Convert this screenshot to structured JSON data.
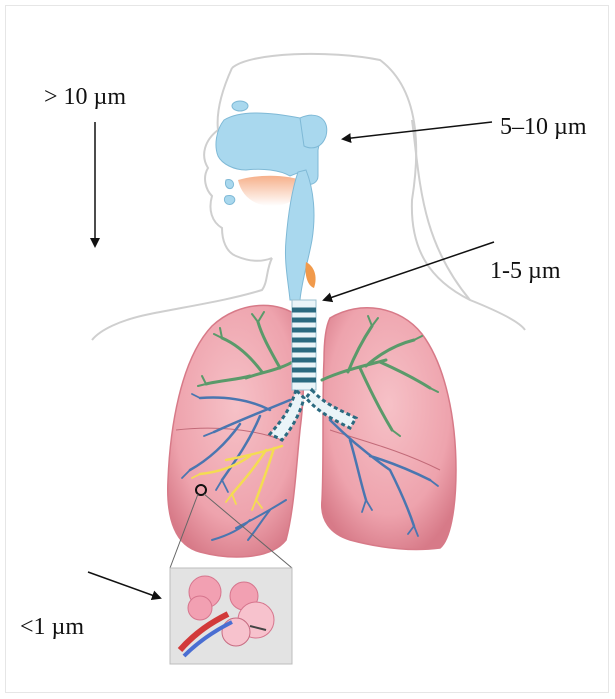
{
  "labels": {
    "large_particles": "> 10 µm",
    "nasal_particles": "5–10 µm",
    "bronchial_particles": "1-5 µm",
    "alveolar_particles": "<1 µm"
  },
  "colors": {
    "airway": "#a9d8ee",
    "lung": "#f2a9b1",
    "lung_dark": "#e07f8c",
    "bronchiole_green": "#5a9a6a",
    "bronchiole_blue": "#4a76b0",
    "bronchiole_yellow": "#f4dc52",
    "trachea_ring": "#2b6a80",
    "outline": "#cfcfcf"
  }
}
